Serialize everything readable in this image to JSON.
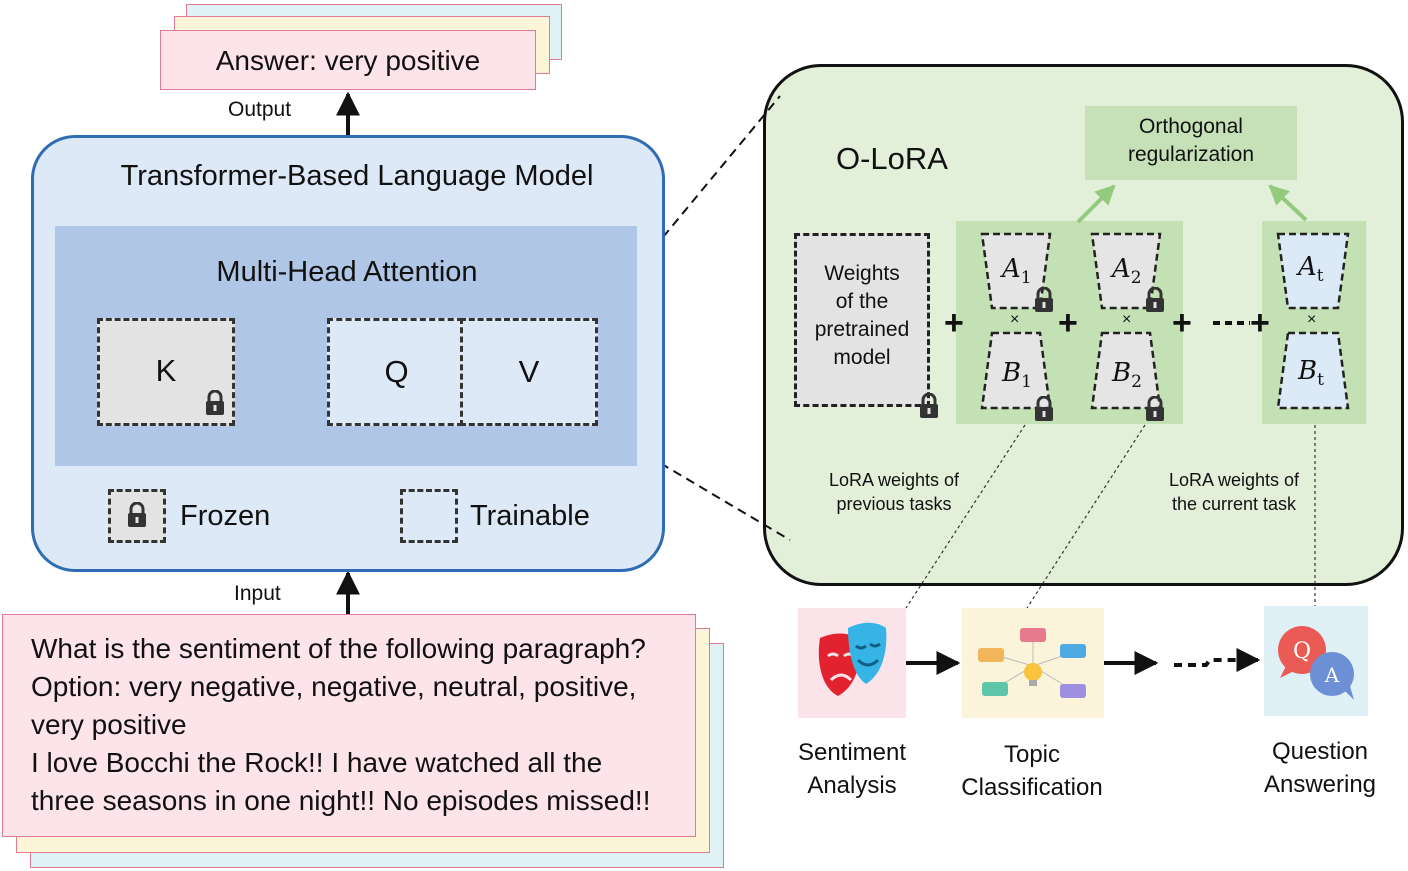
{
  "output_card": {
    "answer": "Answer: very positive"
  },
  "labels": {
    "output": "Output",
    "input": "Input"
  },
  "model": {
    "title": "Transformer-Based Language Model",
    "attention_title": "Multi-Head Attention",
    "k": "K",
    "q": "Q",
    "v": "V",
    "legend_frozen": "Frozen",
    "legend_trainable": "Trainable"
  },
  "input_card": {
    "lines": [
      "What is the sentiment of the following paragraph?",
      "Option: very negative, negative, neutral, positive,",
      "very positive",
      "I love Bocchi the Rock!! I have watched all the",
      "three seasons in one night!! No episodes missed!!"
    ]
  },
  "olora": {
    "title": "O-LoRA",
    "ortho_line1": "Orthogonal",
    "ortho_line2": "regularization",
    "pretrained_lines": [
      "Weights",
      "of the",
      "pretrained",
      "model"
    ],
    "a1": "A",
    "a1_sub": "1",
    "b1": "B",
    "b1_sub": "1",
    "a2": "A",
    "a2_sub": "2",
    "b2": "B",
    "b2_sub": "2",
    "at": "A",
    "at_sub": "t",
    "bt": "B",
    "bt_sub": "t",
    "times": "×",
    "prev_line1": "LoRA weights of",
    "prev_line2": "previous tasks",
    "curr_line1": "LoRA weights of",
    "curr_line2": "the current task"
  },
  "tasks": {
    "sentiment_line1": "Sentiment",
    "sentiment_line2": "Analysis",
    "topic_line1": "Topic",
    "topic_line2": "Classification",
    "qa_line1": "Question",
    "qa_line2": "Answering",
    "qa_q": "Q",
    "qa_a": "A"
  },
  "colors": {
    "pink_card": "#fde4ea",
    "yellow_card": "#fdf5d8",
    "cyan_card": "#dff3f6",
    "model_bg": "#dde9f7",
    "model_border": "#2e6db3",
    "attention_bg": "#afc6e6",
    "frozen_fill": "#e3e3e3",
    "olora_bg": "#e2efd9",
    "lora_green": "#c4e1b5",
    "ortho_green": "#c6e1b8",
    "arrow_green": "#93ca7e",
    "current_a_b": "#dce9f7"
  }
}
